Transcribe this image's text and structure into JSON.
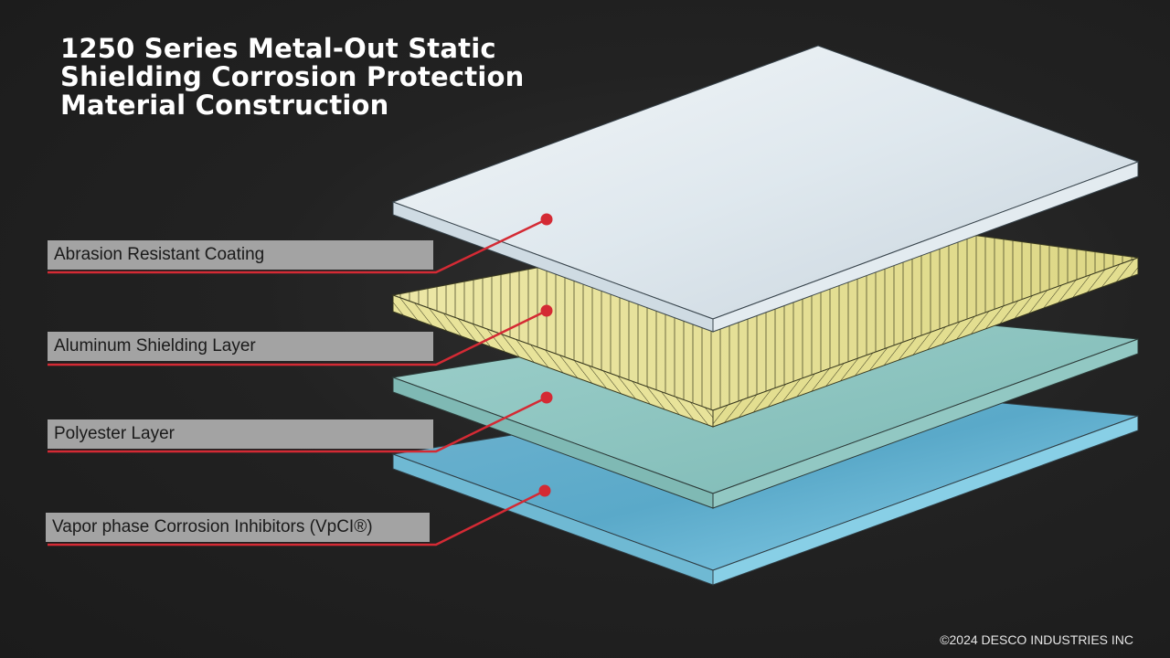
{
  "title_lines": [
    "1250 Series Metal-Out Static",
    "Shielding Corrosion Protection",
    "Material Construction"
  ],
  "layers": [
    {
      "label": "Abrasion Resistant Coating"
    },
    {
      "label": "Aluminum Shielding Layer"
    },
    {
      "label": "Polyester Layer"
    },
    {
      "label": "Vapor phase Corrosion Inhibitors (VpCI®)"
    }
  ],
  "colors": {
    "coating": "#dde6ec",
    "aluminum": "#e6e196",
    "polyester": "#8ec4c0",
    "vpci": "#79c3dd",
    "leader": "#d42a34",
    "label_bg": "#a3a3a3"
  },
  "copyright": "©2024 DESCO INDUSTRIES INC"
}
